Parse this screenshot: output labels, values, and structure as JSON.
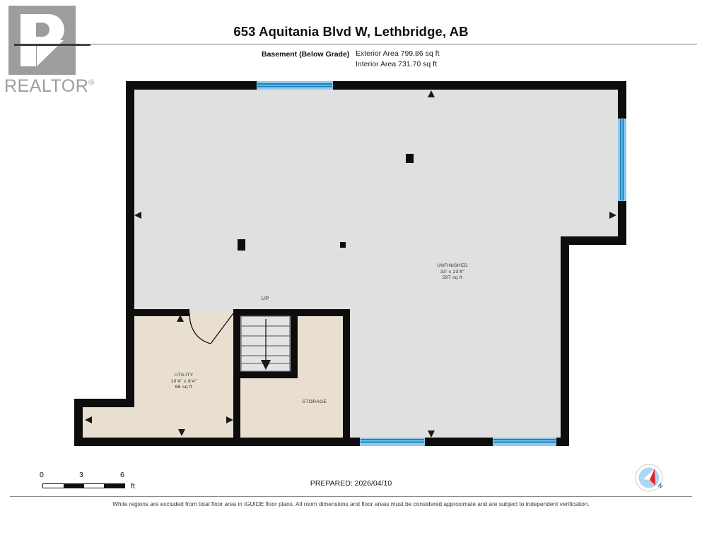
{
  "logo": {
    "brand": "REALTOR",
    "registered_mark": "®",
    "letter": "R"
  },
  "header": {
    "title": "653 Aquitania Blvd W, Lethbridge, AB",
    "level_label": "Basement (Below Grade)",
    "exterior_area": "Exterior Area 799.86 sq ft",
    "interior_area": "Interior Area 731.70 sq ft"
  },
  "rooms": [
    {
      "id": "unfinished",
      "name": "UNFINISHED",
      "dimensions": "33' x 23'8\"",
      "area": "597 sq ft",
      "fill": "#e0e0e0"
    },
    {
      "id": "utility",
      "name": "UTILITY",
      "dimensions": "10'4\" x 8'4\"",
      "area": "66 sq ft",
      "fill": "#e8dfd0"
    },
    {
      "id": "storage",
      "name": "STORAGE",
      "dimensions": "",
      "area": "",
      "fill": "#e8dfd0"
    }
  ],
  "stairs": {
    "direction_label": "UP",
    "tread_count": 6,
    "arrow": "down"
  },
  "scale": {
    "ticks": [
      "0",
      "3",
      "6"
    ],
    "unit": "ft",
    "segments": 4
  },
  "prepared": {
    "text": "PREPARED: 2026/04/10"
  },
  "compass": {
    "north_label": "N",
    "needle_color": "#e0242c",
    "dial_color": "#aed6f2"
  },
  "footer": {
    "disclaimer": "White regions are excluded from total floor area in iGUIDE floor plans. All room dimensions and floor areas must be considered approximate and are subject to independent verification."
  },
  "colors": {
    "wall": "#0d0d0d",
    "window": "#4ca7de",
    "window_line": "#1c7fb8",
    "unfinished_fill": "#e0e0e0",
    "finished_fill": "#e8dfd0",
    "logo_gray": "#9d9d9d"
  }
}
